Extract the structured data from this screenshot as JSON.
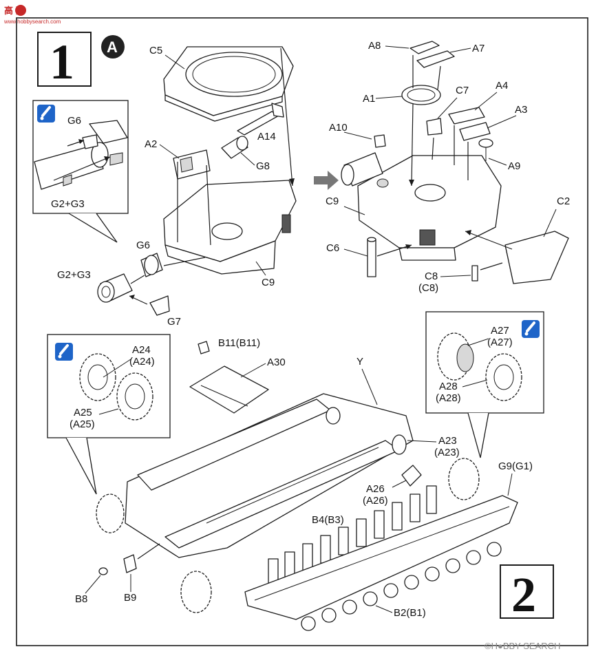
{
  "watermark_top": {
    "logo_text": "高 网",
    "url_text": "www.hobbysearch.com"
  },
  "watermark_bottom": "©H●BBY SEARCH",
  "steps": {
    "step1": {
      "number": "1",
      "sub_badge": "A"
    },
    "step2": {
      "number": "2"
    }
  },
  "labels": {
    "c5": "C5",
    "a14": "A14",
    "a2": "A2",
    "g8": "G8",
    "c9_left": "C9",
    "g6_inset": "G6",
    "g2g3_inset": "G2+G3",
    "g6": "G6",
    "g2g3": "G2+G3",
    "g7": "G7",
    "a8": "A8",
    "a7": "A7",
    "a1": "A1",
    "c7": "C7",
    "a4": "A4",
    "a3": "A3",
    "a10": "A10",
    "a9": "A9",
    "c9_right": "C9",
    "c2": "C2",
    "c6": "C6",
    "c8": "C8",
    "c8_alt": "(C8)",
    "b11": "B11(B11)",
    "a30": "A30",
    "y": "Y",
    "a24": "A24",
    "a24_alt": "(A24)",
    "a25": "A25",
    "a25_alt": "(A25)",
    "a27": "A27",
    "a27_alt": "(A27)",
    "a28": "A28",
    "a28_alt": "(A28)",
    "a23": "A23",
    "a23_alt": "(A23)",
    "g9": "G9(G1)",
    "a26": "A26",
    "a26_alt": "(A26)",
    "b4": "B4(B3)",
    "b8": "B8",
    "b9": "B9",
    "b2": "B2(B1)"
  },
  "icons": {
    "glue": "glue-tube-icon",
    "arrow": "direction-arrow-icon"
  },
  "colors": {
    "ink": "#1a1a1a",
    "glue_badge": "#1e64c8",
    "watermark_red": "#c62828"
  }
}
